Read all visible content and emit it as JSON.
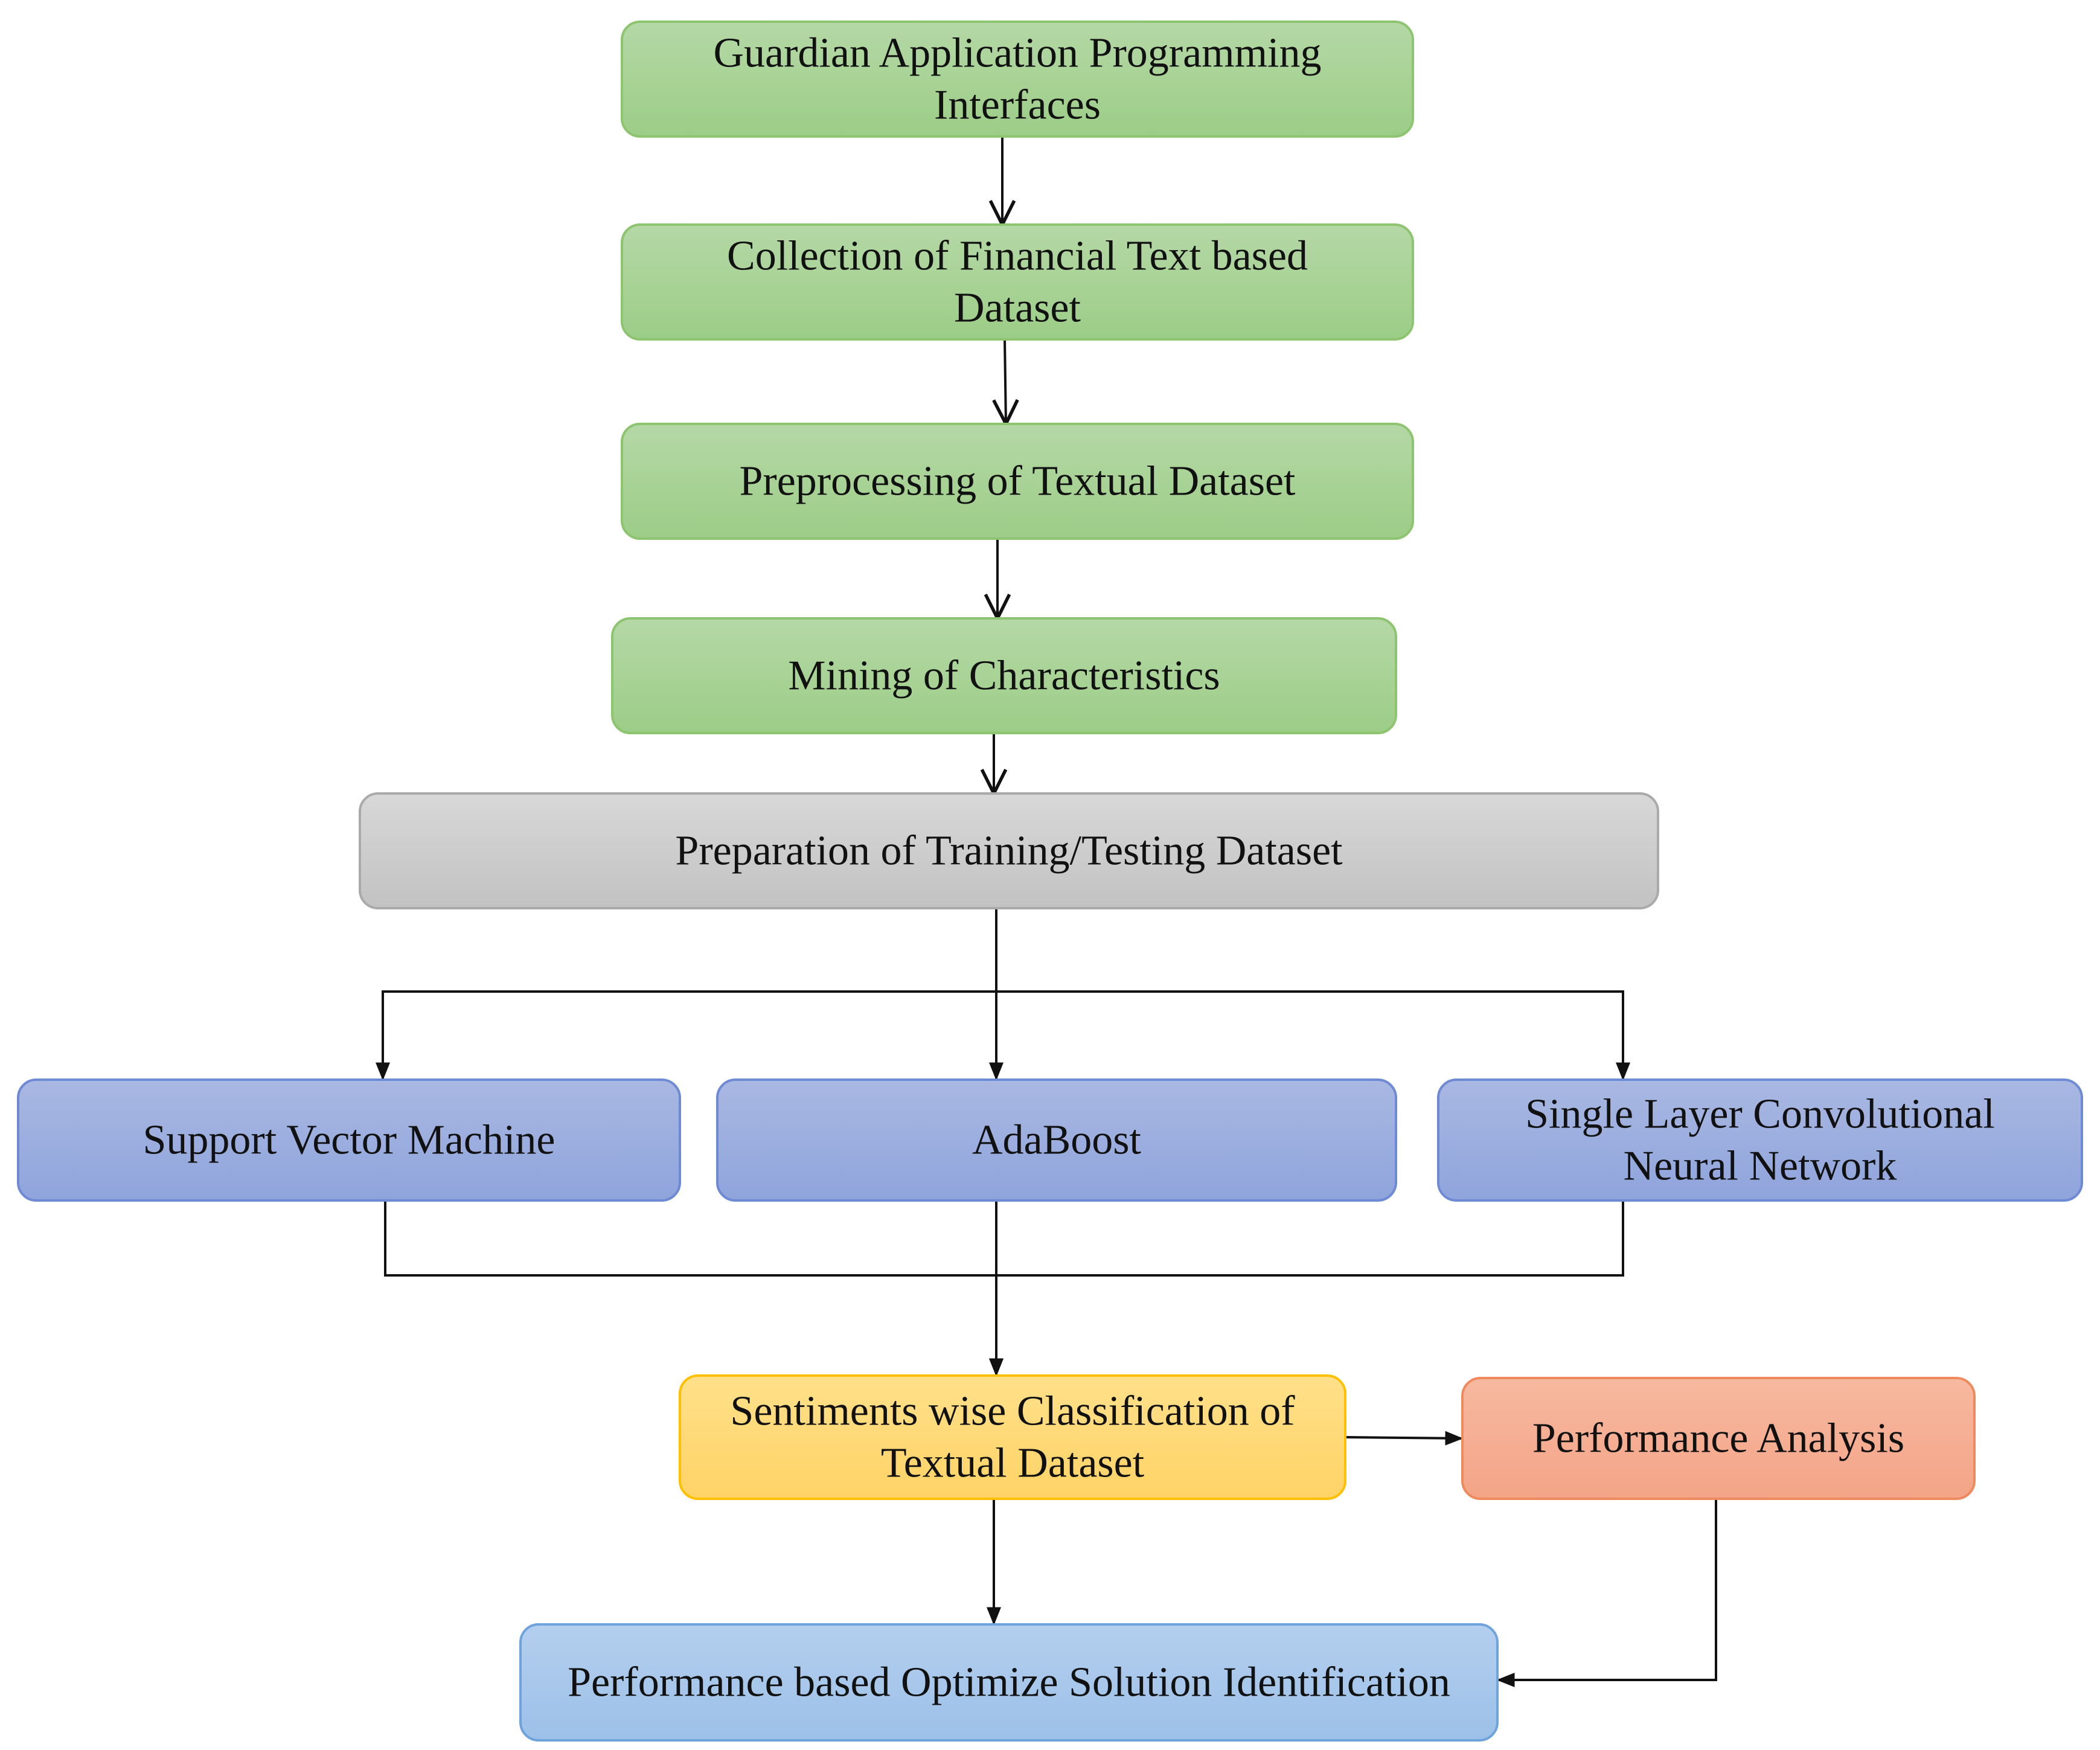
{
  "nodes": [
    {
      "id": "guardian-api",
      "lines": [
        "Guardian Application Programming",
        "Interfaces"
      ],
      "style": "green"
    },
    {
      "id": "collection",
      "lines": [
        "Collection of Financial Text based",
        "Dataset"
      ],
      "style": "green"
    },
    {
      "id": "preprocessing",
      "lines": [
        "Preprocessing of Textual Dataset"
      ],
      "style": "green"
    },
    {
      "id": "mining",
      "lines": [
        "Mining of Characteristics"
      ],
      "style": "green"
    },
    {
      "id": "preparation",
      "lines": [
        "Preparation of Training/Testing Dataset"
      ],
      "style": "gray"
    },
    {
      "id": "svm",
      "lines": [
        "Support Vector Machine"
      ],
      "style": "blue"
    },
    {
      "id": "adaboost",
      "lines": [
        "AdaBoost"
      ],
      "style": "blue"
    },
    {
      "id": "slcnn",
      "lines": [
        "Single Layer Convolutional",
        "Neural Network"
      ],
      "style": "blue"
    },
    {
      "id": "sentiment-classification",
      "lines": [
        "Sentiments wise Classification of",
        "Textual Dataset"
      ],
      "style": "yellow"
    },
    {
      "id": "performance-analysis",
      "lines": [
        "Performance Analysis"
      ],
      "style": "orange"
    },
    {
      "id": "optimize-solution",
      "lines": [
        "Performance based Optimize Solution Identification"
      ],
      "style": "lightblue"
    }
  ],
  "edges": [
    {
      "from": "guardian-api",
      "to": "collection"
    },
    {
      "from": "collection",
      "to": "preprocessing"
    },
    {
      "from": "preprocessing",
      "to": "mining"
    },
    {
      "from": "mining",
      "to": "preparation"
    },
    {
      "from": "preparation",
      "to": "svm"
    },
    {
      "from": "preparation",
      "to": "adaboost"
    },
    {
      "from": "preparation",
      "to": "slcnn"
    },
    {
      "from": "svm",
      "to": "sentiment-classification"
    },
    {
      "from": "adaboost",
      "to": "sentiment-classification"
    },
    {
      "from": "slcnn",
      "to": "sentiment-classification"
    },
    {
      "from": "sentiment-classification",
      "to": "performance-analysis"
    },
    {
      "from": "sentiment-classification",
      "to": "optimize-solution"
    },
    {
      "from": "performance-analysis",
      "to": "optimize-solution"
    }
  ],
  "colors": {
    "green": {
      "top": "#b5d8a6",
      "bottom": "#9ccd87",
      "stroke": "#8cc46f"
    },
    "gray": {
      "top": "#d8d8d8",
      "bottom": "#c2c2c2",
      "stroke": "#aaaaaa"
    },
    "blue": {
      "top": "#a9b8e2",
      "bottom": "#8fa4dc",
      "stroke": "#6f8ad4"
    },
    "yellow": {
      "top": "#ffe08a",
      "bottom": "#ffd366",
      "stroke": "#ffc000"
    },
    "orange": {
      "top": "#f6b9a0",
      "bottom": "#f4a487",
      "stroke": "#ef8a5f"
    },
    "lightblue": {
      "top": "#b4cfee",
      "bottom": "#9cc0e8",
      "stroke": "#6ea3dc"
    },
    "arrow": "#111111"
  }
}
